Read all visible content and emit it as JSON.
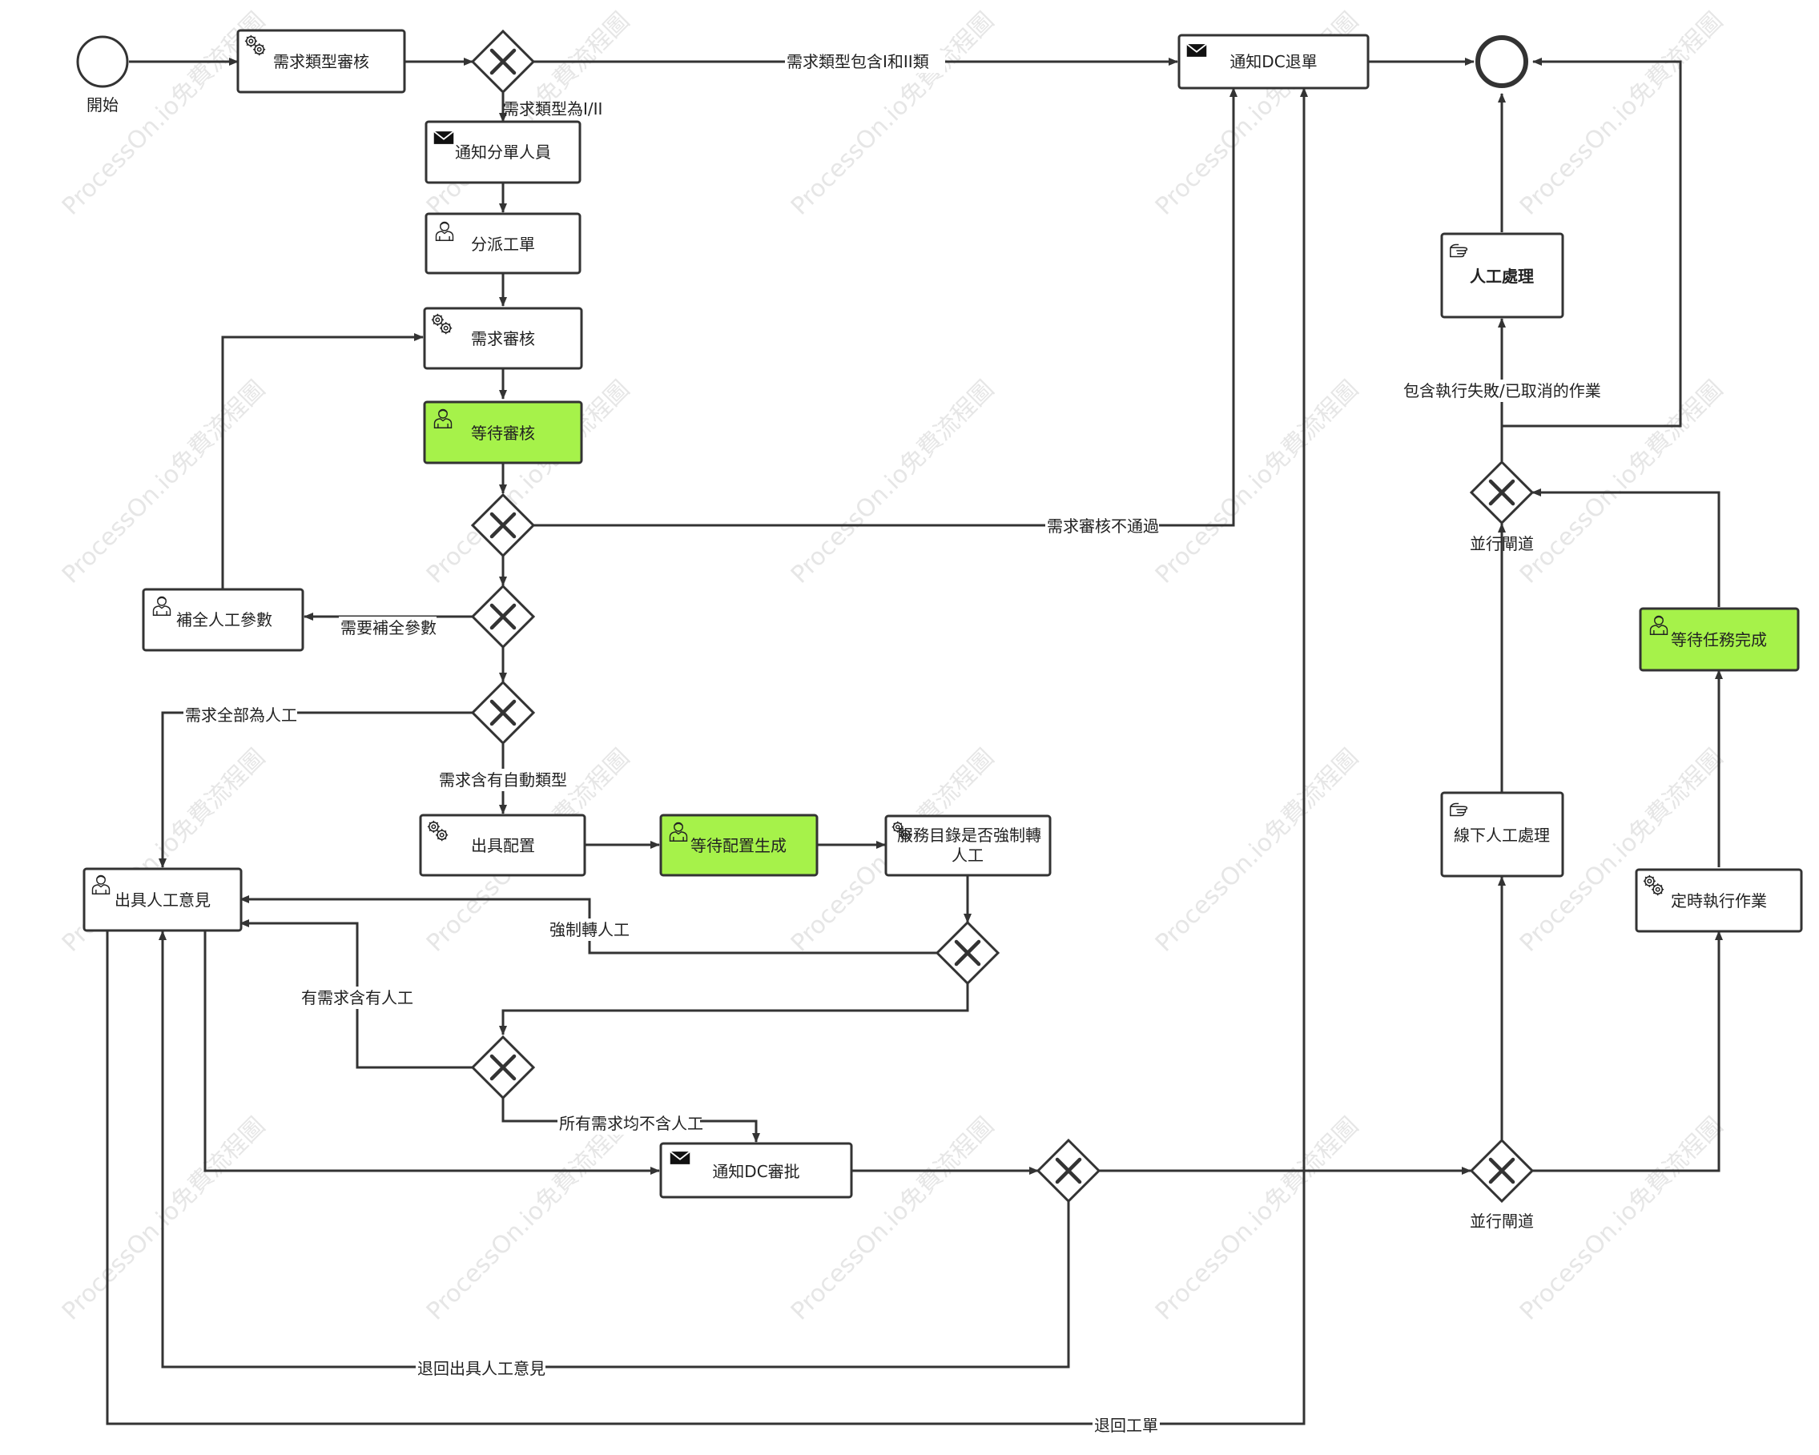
{
  "watermark": "ProcessOn.io免費流程圖",
  "colors": {
    "highlight": "#a6f24a",
    "stroke": "#333333"
  },
  "events": {
    "start": {
      "label": "開始"
    },
    "end": {
      "label": ""
    }
  },
  "tasks": {
    "type_review": {
      "label": "需求類型審核",
      "icon": "gear-icon"
    },
    "notify_dispatcher": {
      "label": "通知分單人員",
      "icon": "envelope-icon"
    },
    "dispatch": {
      "label": "分派工單",
      "icon": "user-icon"
    },
    "req_review": {
      "label": "需求審核",
      "icon": "gear-icon"
    },
    "wait_review": {
      "label": "等待審核",
      "icon": "user-icon"
    },
    "fill_params": {
      "label": "補全人工參數",
      "icon": "user-icon"
    },
    "issue_config": {
      "label": "出具配置",
      "icon": "gear-icon"
    },
    "wait_config": {
      "label": "等待配置生成",
      "icon": "user-icon"
    },
    "catalog_check_1": {
      "label": "服務目錄是否強制轉",
      "icon": "gear-icon"
    },
    "catalog_check_2": {
      "label": "人工"
    },
    "manual_opinion": {
      "label": "出具人工意見",
      "icon": "user-icon"
    },
    "notify_dc_approve": {
      "label": "通知DC審批",
      "icon": "envelope-icon"
    },
    "notify_dc_reject": {
      "label": "通知DC退單",
      "icon": "envelope-icon"
    },
    "manual_handle": {
      "label": "人工處理",
      "icon": "hand-icon"
    },
    "wait_task_done": {
      "label": "等待任務完成",
      "icon": "user-icon"
    },
    "offline_manual": {
      "label": "線下人工處理",
      "icon": "hand-icon"
    },
    "scheduled_job": {
      "label": "定時執行作業",
      "icon": "gear-icon"
    }
  },
  "gateways": {
    "parallel_top": {
      "label": "並行閘道"
    },
    "parallel_bottom": {
      "label": "並行閘道"
    }
  },
  "flows": {
    "type_1_2": "需求類型為I/II",
    "contains_1_2": "需求類型包含I和II類",
    "review_fail": "需求審核不通過",
    "need_params": "需要補全參數",
    "all_manual": "需求全部為人工",
    "has_auto": "需求含有自動類型",
    "force_manual": "強制轉人工",
    "has_manual": "有需求含有人工",
    "none_manual": "所有需求均不含人工",
    "return_opinion": "退回出具人工意見",
    "return_order": "退回工單",
    "has_failed": "包含執行失敗/已取消的作業"
  }
}
